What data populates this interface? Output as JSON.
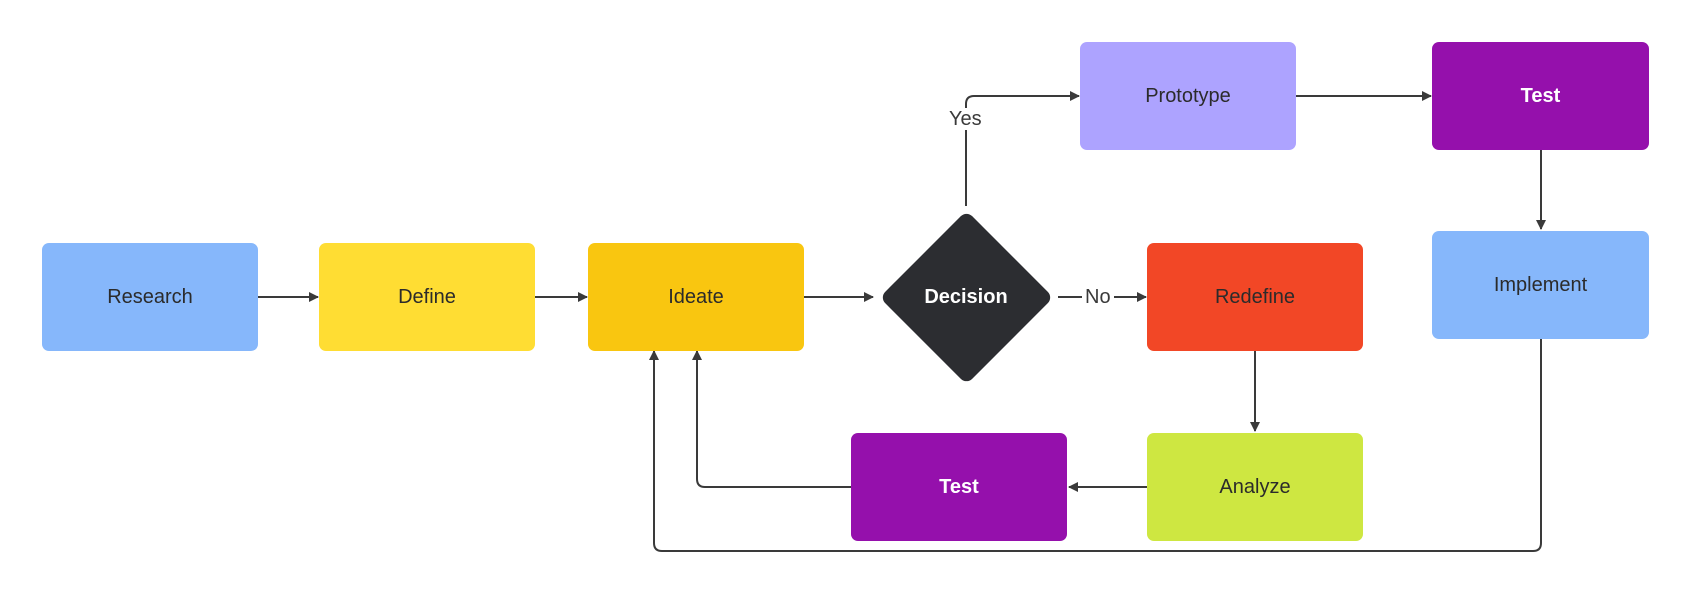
{
  "nodes": {
    "research": {
      "label": "Research",
      "color": "#86b7fb"
    },
    "define": {
      "label": "Define",
      "color": "#ffdd33"
    },
    "ideate": {
      "label": "Ideate",
      "color": "#f9c610"
    },
    "decision": {
      "label": "Decision",
      "color": "#2c2d31"
    },
    "redefine": {
      "label": "Redefine",
      "color": "#f24726"
    },
    "analyze": {
      "label": "Analyze",
      "color": "#cee741"
    },
    "test_low": {
      "label": "Test",
      "color": "#9510ac"
    },
    "prototype": {
      "label": "Prototype",
      "color": "#ada3ff"
    },
    "test_top": {
      "label": "Test",
      "color": "#9510ac"
    },
    "implement": {
      "label": "Implement",
      "color": "#86b7fb"
    }
  },
  "edges": [
    {
      "from": "research",
      "to": "define"
    },
    {
      "from": "define",
      "to": "ideate"
    },
    {
      "from": "ideate",
      "to": "decision"
    },
    {
      "from": "decision",
      "to": "prototype",
      "label": "Yes"
    },
    {
      "from": "decision",
      "to": "redefine",
      "label": "No"
    },
    {
      "from": "prototype",
      "to": "test_top"
    },
    {
      "from": "test_top",
      "to": "implement"
    },
    {
      "from": "redefine",
      "to": "analyze"
    },
    {
      "from": "analyze",
      "to": "test_low"
    },
    {
      "from": "test_low",
      "to": "ideate"
    },
    {
      "from": "implement",
      "to": "ideate"
    }
  ],
  "edge_labels": {
    "yes": "Yes",
    "no": "No"
  },
  "colors": {
    "connector": "#3a3a3a",
    "background": "#ffffff"
  }
}
